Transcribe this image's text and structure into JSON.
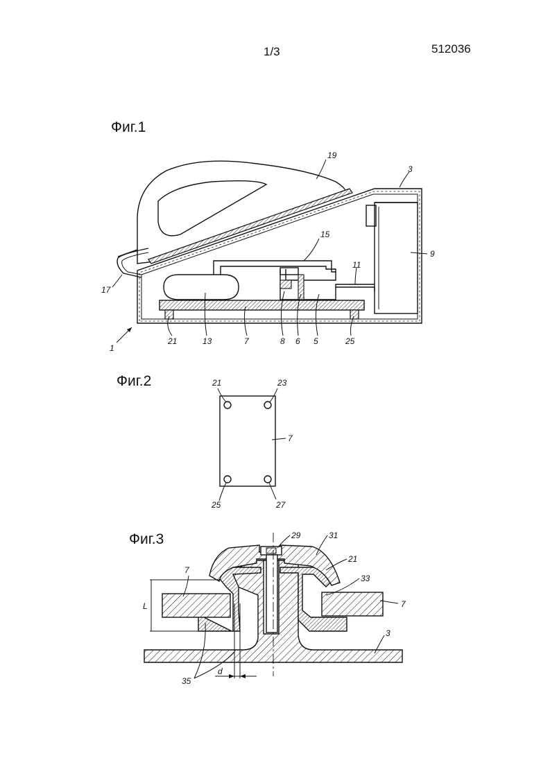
{
  "header": {
    "sheet": "1/3",
    "number": "512036"
  },
  "figures": {
    "fig1": {
      "title": "Фиг.1",
      "labels": {
        "l19": "19",
        "l3": "3",
        "l15": "15",
        "l9": "9",
        "l11": "11",
        "l17": "17",
        "l1": "1",
        "l21": "21",
        "l13": "13",
        "l7": "7",
        "l8": "8",
        "l6": "6",
        "l5": "5",
        "l25": "25"
      }
    },
    "fig2": {
      "title": "Фиг.2",
      "labels": {
        "l21": "21",
        "l23": "23",
        "l7": "7",
        "l25": "25",
        "l27": "27"
      }
    },
    "fig3": {
      "title": "Фиг.3",
      "labels": {
        "l29": "29",
        "l31": "31",
        "l7a": "7",
        "l21": "21",
        "l33": "33",
        "lL": "L",
        "l7b": "7",
        "l3": "3",
        "l35": "35",
        "ld": "d"
      }
    }
  }
}
